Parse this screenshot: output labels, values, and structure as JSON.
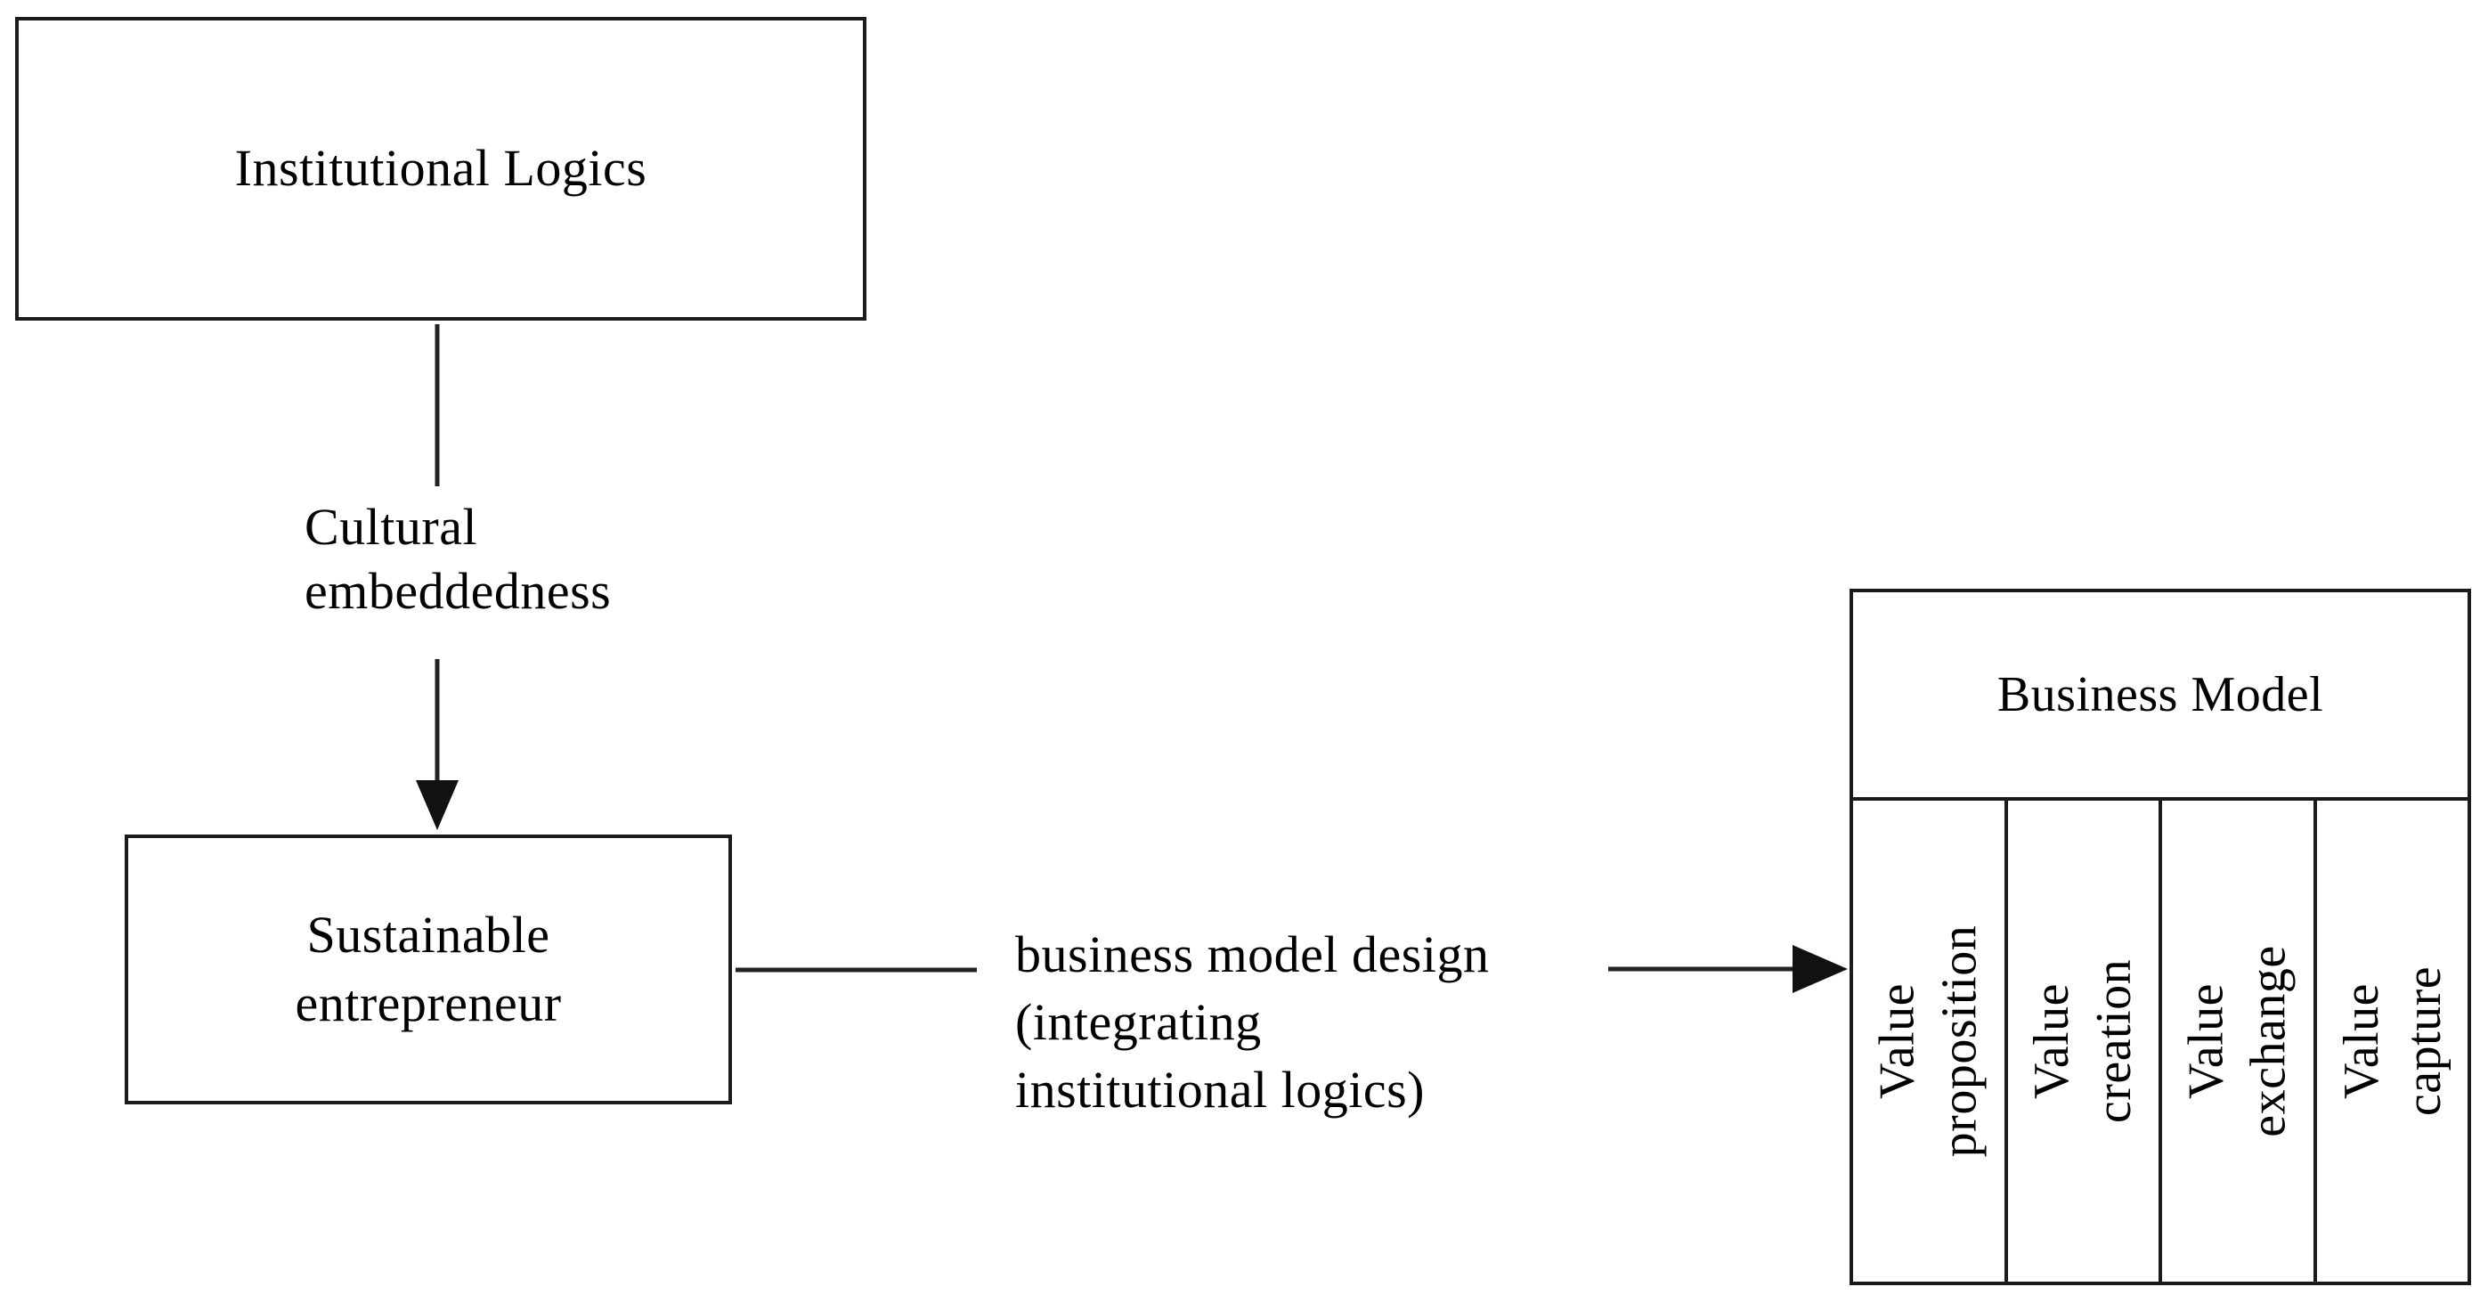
{
  "diagram": {
    "nodes": {
      "institutional_logics": {
        "label": "Institutional Logics"
      },
      "sustainable_entrepreneur": {
        "label": "Sustainable\nentrepreneur"
      },
      "business_model": {
        "title": "Business Model",
        "components": [
          {
            "label": "Value\nproposition"
          },
          {
            "label": "Value creation"
          },
          {
            "label": "Value exchange"
          },
          {
            "label": "Value capture"
          }
        ]
      }
    },
    "edges": {
      "cultural_embeddedness": {
        "label": "Cultural\nembeddedness",
        "direction": "down-arrow"
      },
      "business_model_design": {
        "label": "business model design\n(integrating\ninstitutional logics)",
        "direction": "right-arrow"
      }
    },
    "colors": {
      "background": "#ffffff",
      "line": "#222222",
      "text": "#000000",
      "border": "#1b1b1b"
    }
  }
}
